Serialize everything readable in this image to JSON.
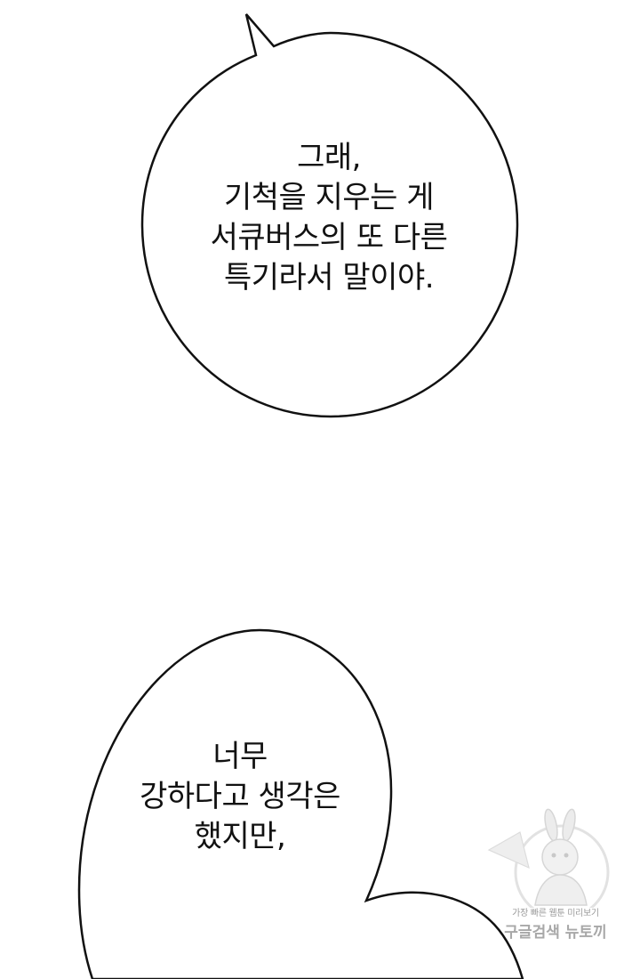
{
  "bubbles": [
    {
      "lines": [
        "그래,",
        "기척을 지우는 게",
        "서큐버스의 또 다른",
        "특기라서 말이야."
      ]
    },
    {
      "lines": [
        "너무",
        "강하다고 생각은",
        "했지만,"
      ]
    }
  ],
  "watermark": {
    "tagline": "가장 빠른 웹툰 미리보기",
    "brand": "구글검색 뉴토끼",
    "icon": "bunny-mascot-icon"
  },
  "colors": {
    "background": "#ffffff",
    "outline": "#111111",
    "text": "#111111",
    "watermark": "#a8a8a8"
  }
}
